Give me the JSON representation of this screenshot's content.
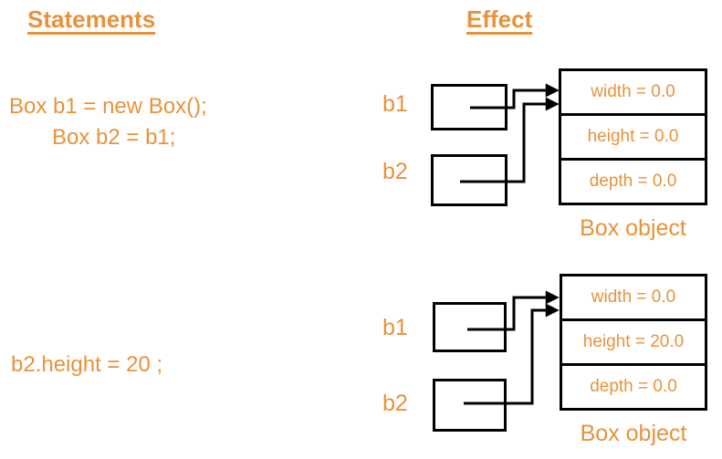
{
  "colors": {
    "accent": "#E8923A",
    "line": "#000000",
    "background": "#FFFFFF"
  },
  "headers": {
    "statements": "Statements",
    "effect": "Effect"
  },
  "sections": [
    {
      "statements": [
        "Box b1 = new Box();",
        "Box b2 = b1;"
      ],
      "variables": [
        "b1",
        "b2"
      ],
      "object": {
        "fields": [
          "width = 0.0",
          "height = 0.0",
          "depth = 0.0"
        ],
        "caption": "Box object"
      }
    },
    {
      "statements": [
        "b2.height = 20 ;"
      ],
      "variables": [
        "b1",
        "b2"
      ],
      "object": {
        "fields": [
          "width = 0.0",
          "height = 20.0",
          "depth = 0.0"
        ],
        "caption": "Box object"
      }
    }
  ]
}
